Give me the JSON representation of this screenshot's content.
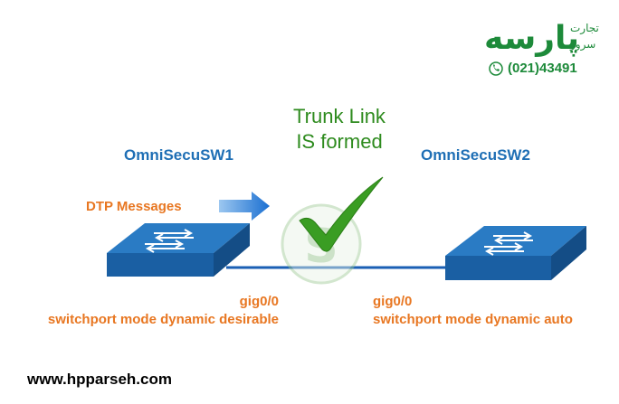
{
  "switches": [
    {
      "name": "OmniSecuSW1",
      "port": "gig0/0",
      "mode": "switchport mode dynamic desirable"
    },
    {
      "name": "OmniSecuSW2",
      "port": "gig0/0",
      "mode": "switchport mode dynamic auto"
    }
  ],
  "status": {
    "line1": "Trunk Link",
    "line2": "IS formed"
  },
  "dtp_label": "DTP Messages",
  "watermark": {
    "brand_main": "پارسه",
    "brand_sub1": "تجارت",
    "brand_sub2": "سرور",
    "phone": "(021)43491"
  },
  "footer": {
    "url": "www.hpparseh.com"
  },
  "colors": {
    "switch_blue": "#1f6fb5",
    "label_orange": "#e87722",
    "check_green": "#3a9d23",
    "link_blue": "#1a5fb4"
  },
  "icons": [
    "arrow-right-icon",
    "checkmark-icon",
    "phone-icon",
    "switch-icon"
  ]
}
